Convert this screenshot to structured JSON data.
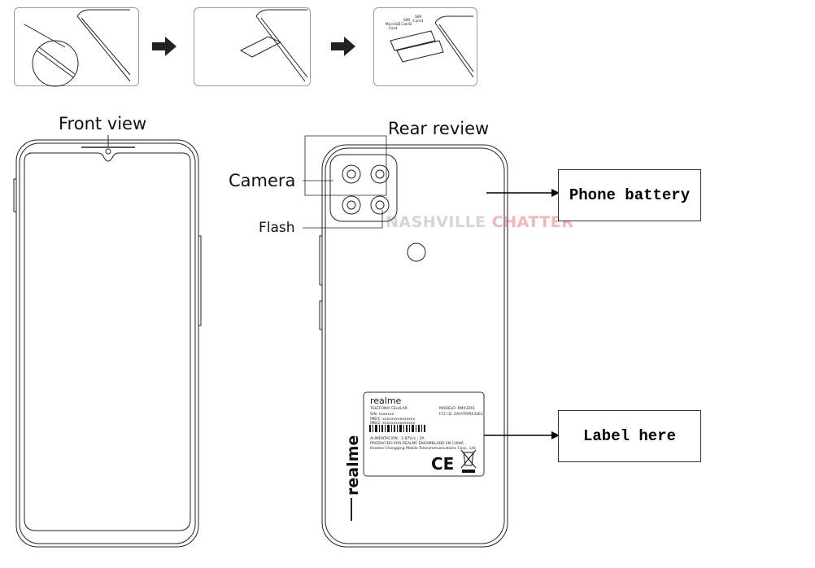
{
  "steps": {
    "tray_labels": [
      "MicroSD Card",
      "SIM Card2",
      "SIM Card1"
    ]
  },
  "front": {
    "title": "Front view"
  },
  "rear": {
    "title": "Rear review",
    "camera_label": "Camera",
    "flash_label": "Flash",
    "brand_vertical": "realme"
  },
  "callouts": {
    "battery": "Phone battery",
    "label": "Label here"
  },
  "watermark": {
    "part1": "NASHVILLE",
    "part2": "CHATTER"
  },
  "spec_label": {
    "brand": "realme",
    "line1": "TELÉFONO CELULAR",
    "sn": "S/N: xxxxxxx",
    "imei1": "IMEI1: xxxxxxxxxxxxxxx",
    "imei2": "IMEI2: xxxxxxxxxxxxxxx",
    "model": "MODELO: RMX3261",
    "fcc": "FCC ID: 2AVYFRMX3261",
    "power": "ALIMENTACIÓN : 3.87Vcc ; 2A",
    "produced": "PRODUCIDO POR REALME   ENSAMBLADO EN CHINA",
    "maker": "Realme Chongqing Mobile Telecommunications Corp., Ltd.",
    "ce": "CE"
  }
}
